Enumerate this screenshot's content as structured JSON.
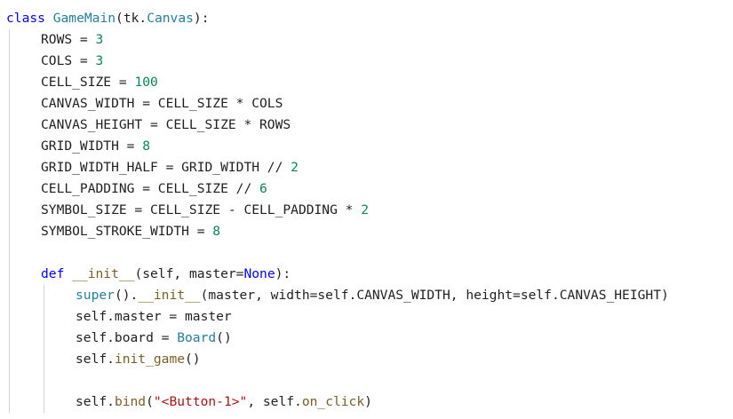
{
  "code": {
    "lines": [
      {
        "indent": 0,
        "tokens": [
          {
            "t": "class",
            "c": "kw"
          },
          {
            "t": " ",
            "c": "var"
          },
          {
            "t": "GameMain",
            "c": "cls"
          },
          {
            "t": "(tk.",
            "c": "var"
          },
          {
            "t": "Canvas",
            "c": "cls"
          },
          {
            "t": "):",
            "c": "var"
          }
        ]
      },
      {
        "indent": 1,
        "tokens": [
          {
            "t": "ROWS = ",
            "c": "var"
          },
          {
            "t": "3",
            "c": "num"
          }
        ]
      },
      {
        "indent": 1,
        "tokens": [
          {
            "t": "COLS = ",
            "c": "var"
          },
          {
            "t": "3",
            "c": "num"
          }
        ]
      },
      {
        "indent": 1,
        "tokens": [
          {
            "t": "CELL_SIZE = ",
            "c": "var"
          },
          {
            "t": "100",
            "c": "num"
          }
        ]
      },
      {
        "indent": 1,
        "tokens": [
          {
            "t": "CANVAS_WIDTH = CELL_SIZE * COLS",
            "c": "var"
          }
        ]
      },
      {
        "indent": 1,
        "tokens": [
          {
            "t": "CANVAS_HEIGHT = CELL_SIZE * ROWS",
            "c": "var"
          }
        ]
      },
      {
        "indent": 1,
        "tokens": [
          {
            "t": "GRID_WIDTH = ",
            "c": "var"
          },
          {
            "t": "8",
            "c": "num"
          }
        ]
      },
      {
        "indent": 1,
        "tokens": [
          {
            "t": "GRID_WIDTH_HALF = GRID_WIDTH // ",
            "c": "var"
          },
          {
            "t": "2",
            "c": "num"
          }
        ]
      },
      {
        "indent": 1,
        "tokens": [
          {
            "t": "CELL_PADDING = CELL_SIZE // ",
            "c": "var"
          },
          {
            "t": "6",
            "c": "num"
          }
        ]
      },
      {
        "indent": 1,
        "tokens": [
          {
            "t": "SYMBOL_SIZE = CELL_SIZE - CELL_PADDING * ",
            "c": "var"
          },
          {
            "t": "2",
            "c": "num"
          }
        ]
      },
      {
        "indent": 1,
        "tokens": [
          {
            "t": "SYMBOL_STROKE_WIDTH = ",
            "c": "var"
          },
          {
            "t": "8",
            "c": "num"
          }
        ]
      },
      {
        "indent": 1,
        "tokens": []
      },
      {
        "indent": 1,
        "tokens": [
          {
            "t": "def",
            "c": "kw"
          },
          {
            "t": " ",
            "c": "var"
          },
          {
            "t": "__init__",
            "c": "fn"
          },
          {
            "t": "(self, master=",
            "c": "var"
          },
          {
            "t": "None",
            "c": "kw"
          },
          {
            "t": "):",
            "c": "var"
          }
        ]
      },
      {
        "indent": 2,
        "tokens": [
          {
            "t": "super",
            "c": "cls"
          },
          {
            "t": "().",
            "c": "var"
          },
          {
            "t": "__init__",
            "c": "fn"
          },
          {
            "t": "(master, width=self.CANVAS_WIDTH, height=self.CANVAS_HEIGHT)",
            "c": "var"
          }
        ]
      },
      {
        "indent": 2,
        "tokens": [
          {
            "t": "self.master = master",
            "c": "var"
          }
        ]
      },
      {
        "indent": 2,
        "tokens": [
          {
            "t": "self.board = ",
            "c": "var"
          },
          {
            "t": "Board",
            "c": "cls"
          },
          {
            "t": "()",
            "c": "var"
          }
        ]
      },
      {
        "indent": 2,
        "tokens": [
          {
            "t": "self.",
            "c": "var"
          },
          {
            "t": "init_game",
            "c": "fn"
          },
          {
            "t": "()",
            "c": "var"
          }
        ]
      },
      {
        "indent": 2,
        "tokens": []
      },
      {
        "indent": 2,
        "tokens": [
          {
            "t": "self.",
            "c": "var"
          },
          {
            "t": "bind",
            "c": "fn"
          },
          {
            "t": "(",
            "c": "var"
          },
          {
            "t": "\"<Button-1>\"",
            "c": "str"
          },
          {
            "t": ", self.",
            "c": "var"
          },
          {
            "t": "on_click",
            "c": "fn"
          },
          {
            "t": ")",
            "c": "var"
          }
        ]
      }
    ]
  },
  "colors": {
    "keyword": "#0000ff",
    "class": "#267f99",
    "number": "#098658",
    "string": "#a31515",
    "function": "#795e26",
    "text": "#1f1f1f"
  }
}
